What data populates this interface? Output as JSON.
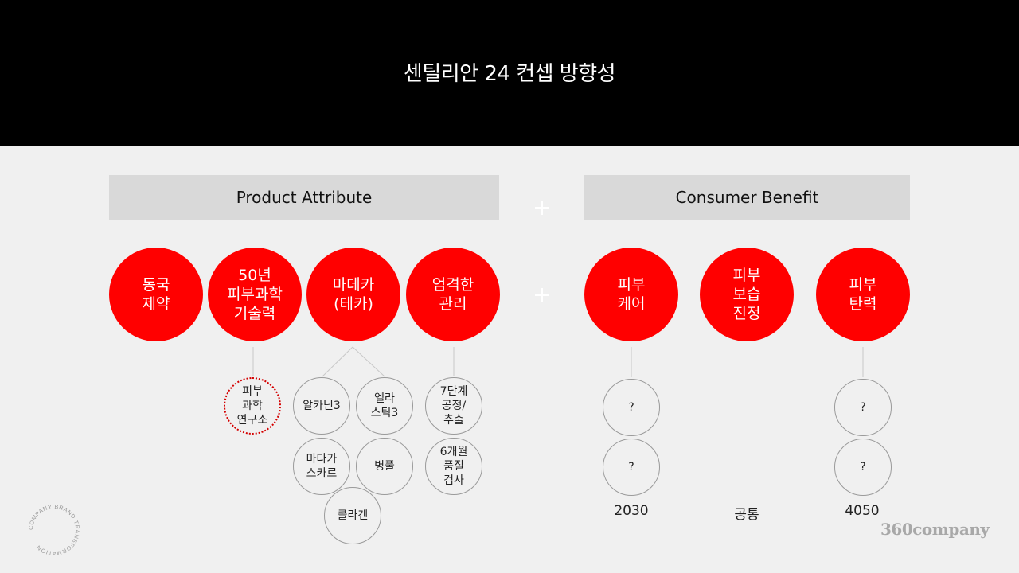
{
  "title": "센틸리안 24 컨셉 방향성",
  "sections": {
    "product": "Product Attribute",
    "consumer": "Consumer Benefit"
  },
  "product_circles": [
    "동국\n제약",
    "50년\n피부과학\n기술력",
    "마데카\n(테카)",
    "엄격한\n관리"
  ],
  "consumer_circles": [
    "피부\n케어",
    "피부\n보습\n진정",
    "피부\n탄력"
  ],
  "sub_circles": {
    "research_lab": "피부\n과학\n연구소",
    "alkanin": "알카닌3",
    "elastic": "엘라\n스틱3",
    "madagascar": "마다가\n스카르",
    "bottle": "병풀",
    "collagen": "콜라겐",
    "process": "7단계\n공정/\n추출",
    "inspection": "6개월\n품질\n검사",
    "q1": "?",
    "q2": "?",
    "q3": "?",
    "q4": "?"
  },
  "bottom_labels": [
    "2030",
    "공통",
    "4050"
  ],
  "badge_text": "COMPANY BRAND TRANSFORMATION",
  "logo": "360company",
  "colors": {
    "accent": "#ff0000",
    "header_bg": "#000000",
    "section_bg": "#d9d9d9"
  }
}
